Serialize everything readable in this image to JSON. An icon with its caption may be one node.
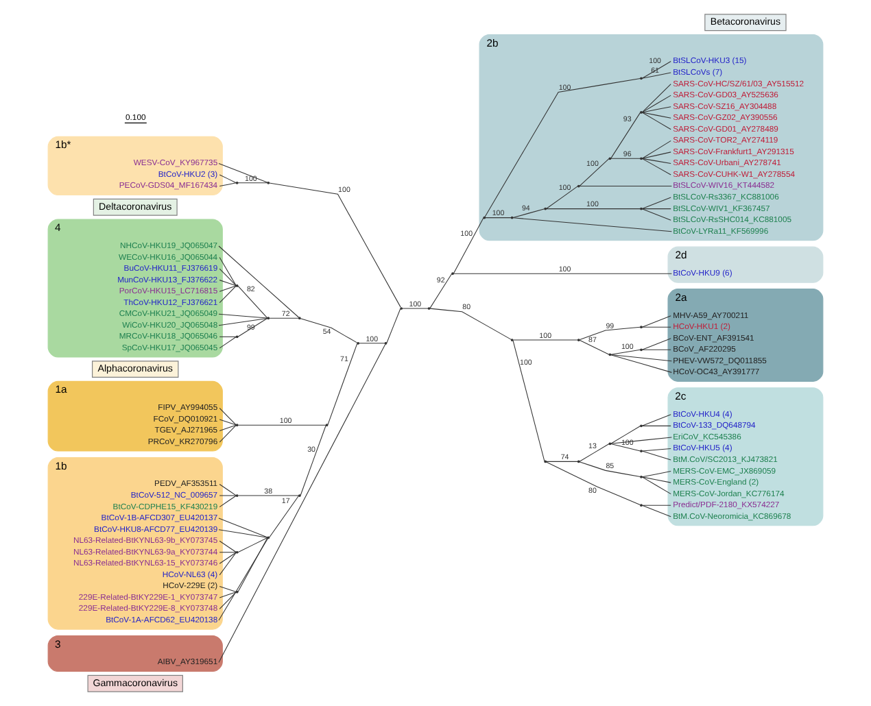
{
  "diagram": {
    "nodes": [
      {
        "text": [
          "Deltacoronavirus"
        ]
      },
      {
        "text": [
          "4"
        ]
      },
      {
        "text": [
          "NHCoV-HKU19_JQ065047"
        ],
        "in": 1
      },
      {
        "text": [
          "ThCoV-HKU12_FJ376621"
        ],
        "in": 1
      },
      {
        "text": [
          "CMCoV-HKU21_JQ065049"
        ],
        "in": 1
      },
      {
        "text": [
          "WECoV-HKU16_JQ065044"
        ],
        "in": 1
      },
      {
        "text": [
          "BuCoV-HKU11_FJ376619"
        ],
        "in": 1
      },
      {
        "text": [
          "MunCoV-HKU13_FJ376622"
        ],
        "in": 1
      },
      {
        "text": [
          "PorCoV-HKU15_LC716815"
        ],
        "in": 1
      },
      {
        "text": [
          "WiCoV-HKU20_JQ065048"
        ],
        "in": 1
      },
      {
        "text": [
          "MRCoV-HKU18_JQ065046"
        ],
        "in": 1
      },
      {
        "text": [
          "SpCoV-HKU17_JQ065045"
        ],
        "in": 1
      },
      {
        "text": [
          "1b*"
        ]
      },
      {
        "text": [
          "BtCoV-HKU2 (3)"
        ],
        "in": 12
      },
      {
        "text": [
          "PECoV-GDS04_MF167434"
        ],
        "in": 12
      },
      {
        "text": [
          "WESV-CoV_KY967735"
        ],
        "in": 12
      },
      {
        "text": [
          "1b"
        ]
      },
      {
        "text": [
          "BtCoV-1A-AFCD62_EU420138"
        ],
        "in": 16
      },
      {
        "text": [
          "BtCoV-1B-AFCD307_EU420137"
        ],
        "in": 16
      },
      {
        "text": [
          "BtCoV-HKU8-AFCD77_EU420139"
        ],
        "in": 16
      },
      {
        "text": [
          "229E-Related-BtKY229E-1_KY073747"
        ],
        "in": 16
      },
      {
        "text": [
          "229E-Related-BtKY229E-8_KY073748"
        ],
        "in": 16
      },
      {
        "text": [
          "HCoV-229E (2)"
        ],
        "in": 16
      },
      {
        "text": [
          "HCoV-NL63 (4)"
        ],
        "in": 16
      },
      {
        "text": [
          "NL63-Related-BtKYNL63-9b_KY073745"
        ],
        "in": 16
      },
      {
        "text": [
          "NL63-Related-BtKYNL63-9a_KY073744"
        ],
        "in": 16
      },
      {
        "text": [
          "NL63-Related-BtKYNL63-15_KY073746"
        ],
        "in": 16
      },
      {
        "text": [
          "PEDV_AF353511"
        ],
        "in": 16
      },
      {
        "text": [
          "BtCoV-512_NC_009657"
        ],
        "in": 16
      },
      {
        "text": [
          "BtCoV-CDPHE15_KF430219"
        ],
        "in": 16
      },
      {
        "text": [
          "2d"
        ]
      },
      {
        "text": [
          "BtCoV-HKU9 (6)"
        ],
        "in": 30
      },
      {
        "text": [
          "Betacoronavirus"
        ]
      },
      {
        "text": [
          "2b"
        ]
      },
      {
        "text": [
          "BtCoV-LYRa11_KF569996"
        ],
        "in": 33
      },
      {
        "text": [
          "BtSLCoV-RsSHC014_KC881005"
        ],
        "in": 33
      },
      {
        "text": [
          "BtSLCoV-WIV1_KF367457"
        ],
        "in": 33
      },
      {
        "text": [
          "BtSLCoV-Rs3367_KC881006"
        ],
        "in": 33
      },
      {
        "text": [
          "BtSLCoV-WIV16_KT444582"
        ],
        "in": 33
      },
      {
        "text": [
          "SARS-CoV-CUHK-W1_AY278554"
        ],
        "in": 33
      },
      {
        "text": [
          "SARS-CoV-Urbani_AY278741"
        ],
        "in": 33
      },
      {
        "text": [
          "SARS-CoV-Frankfurt1_AY291315"
        ],
        "in": 33
      },
      {
        "text": [
          "SARS-CoV-TOR2_AY274119"
        ],
        "in": 33
      },
      {
        "text": [
          "SARS-CoV-GD01_AY278489"
        ],
        "in": 33
      },
      {
        "text": [
          "SARS-CoV-GZ02_AY390556"
        ],
        "in": 33
      },
      {
        "text": [
          "SARS-CoV-SZ16_AY304488"
        ],
        "in": 33
      },
      {
        "text": [
          "SARS-CoV-GD03_AY525636"
        ],
        "in": 33
      },
      {
        "text": [
          "SARS-CoV-HC/SZ/61/03_AY515512"
        ],
        "in": 33
      },
      {
        "text": [
          "BtSLCoVs (7)"
        ],
        "in": 33
      },
      {
        "text": [
          "BtSLCoV-HKU3 (15)"
        ],
        "in": 33
      },
      {
        "text": [
          "1a"
        ]
      },
      {
        "text": [
          "TGEV_AJ271965"
        ],
        "in": 50
      },
      {
        "text": [
          "PRCoV_KR270796"
        ],
        "in": 50
      },
      {
        "text": [
          "FIPV_AY994055"
        ],
        "in": 50
      },
      {
        "text": [
          "FCoV_DQ010921"
        ],
        "in": 50
      },
      {
        "text": [
          "Alphacoronavirus"
        ]
      },
      {
        "text": [
          "3"
        ]
      },
      {
        "text": [
          "AIBV_AY319651"
        ],
        "in": 56
      },
      {
        "text": [
          "Gammacoronavirus"
        ]
      },
      {
        "text": [
          "2c"
        ]
      },
      {
        "text": [
          "BtM.CoV-Neoromicia_KC869678"
        ],
        "in": 59
      },
      {
        "text": [
          "Predict/PDF-2180_KX574227"
        ],
        "in": 59
      },
      {
        "text": [
          "EriCoV_KC545386"
        ],
        "in": 59
      },
      {
        "text": [
          "BtCoV-HKU5 (4)"
        ],
        "in": 59
      },
      {
        "text": [
          "BtM.CoV/SC2013_KJ473821"
        ],
        "in": 59
      },
      {
        "text": [
          "BtCoV-133_DQ648794"
        ],
        "in": 59
      },
      {
        "text": [
          "BtCoV-HKU4 (4)"
        ],
        "in": 59
      },
      {
        "text": [
          "MERS-CoV-England (2)"
        ],
        "in": 59
      },
      {
        "text": [
          "MERS-CoV-Jordan_KC776174"
        ],
        "in": 59
      },
      {
        "text": [
          "MERS-CoV-EMC_JX869059"
        ],
        "in": 59
      },
      {
        "text": [
          "2a"
        ]
      },
      {
        "text": [
          "HCoV-HKU1 (2)"
        ],
        "in": 70
      },
      {
        "text": [
          "MHV-A59_AY700211"
        ],
        "in": 70
      },
      {
        "text": [
          "PHEV-VW572_DQ011855"
        ],
        "in": 70
      },
      {
        "text": [
          "HCoV-OC43_AY391777"
        ],
        "in": 70
      },
      {
        "text": [
          "BCoV-ENT_AF391541"
        ],
        "in": 70
      },
      {
        "text": [
          "BCoV_AF220295"
        ],
        "in": 70
      },
      {
        "text": [],
        "shape": "point"
      },
      {
        "text": [],
        "shape": "point"
      },
      {
        "text": [],
        "shape": "point"
      },
      {
        "text": [],
        "shape": "point"
      },
      {
        "text": [],
        "shape": "point"
      },
      {
        "text": [],
        "shape": "point"
      },
      {
        "text": [],
        "shape": "point"
      },
      {
        "text": [],
        "shape": "point"
      },
      {
        "text": [],
        "shape": "point"
      },
      {
        "text": [],
        "shape": "point"
      },
      {
        "text": [],
        "shape": "point"
      },
      {
        "text": [],
        "shape": "point"
      },
      {
        "text": [],
        "shape": "point"
      },
      {
        "text": [],
        "shape": "point"
      },
      {
        "text": [],
        "shape": "point"
      },
      {
        "text": [],
        "shape": "point"
      },
      {
        "text": [],
        "shape": "point"
      },
      {
        "text": [],
        "shape": "point"
      },
      {
        "text": [],
        "shape": "point",
        "in": 33
      },
      {
        "text": [],
        "shape": "point",
        "in": 33
      },
      {
        "text": [],
        "shape": "point",
        "in": 33
      },
      {
        "text": [],
        "shape": "point",
        "in": 33
      },
      {
        "text": [],
        "shape": "point",
        "in": 33
      },
      {
        "text": [],
        "shape": "point",
        "in": 33
      },
      {
        "text": [],
        "shape": "point",
        "in": 33
      },
      {
        "text": [],
        "shape": "point",
        "in": 33
      },
      {
        "text": [],
        "shape": "point",
        "in": 33
      },
      {
        "text": [],
        "shape": "point"
      },
      {
        "text": [],
        "shape": "point"
      },
      {
        "text": [],
        "shape": "point"
      },
      {
        "text": [],
        "shape": "point"
      },
      {
        "text": [],
        "shape": "point"
      },
      {
        "text": [],
        "shape": "point"
      },
      {
        "text": [],
        "shape": "point"
      },
      {
        "text": [],
        "shape": "point"
      },
      {
        "text": [],
        "shape": "point"
      },
      {
        "text": [],
        "shape": "point"
      },
      {
        "text": [],
        "shape": "point"
      },
      {
        "text": [],
        "shape": "point"
      }
    ],
    "edges": [
      {
        "from": 78,
        "to": 77,
        "arrow": "none",
        "label": "100"
      },
      {
        "from": 92,
        "to": 78,
        "arrow": "none",
        "label": "100"
      },
      {
        "from": 93,
        "to": 92,
        "arrow": "none",
        "label": "100"
      },
      {
        "from": 13,
        "to": 93,
        "arrow": "none"
      },
      {
        "from": 14,
        "to": 93,
        "arrow": "none"
      },
      {
        "from": 15,
        "to": 92,
        "arrow": "none"
      },
      {
        "from": 79,
        "to": 78,
        "arrow": "none"
      },
      {
        "from": 57,
        "to": 79,
        "arrow": "none"
      },
      {
        "from": 80,
        "to": 79,
        "arrow": "none",
        "label": "100"
      },
      {
        "from": 88,
        "to": 80,
        "arrow": "none",
        "label": "54"
      },
      {
        "from": 2,
        "to": 88,
        "arrow": "none"
      },
      {
        "from": 89,
        "to": 88,
        "arrow": "none",
        "label": "72"
      },
      {
        "from": 4,
        "to": 89,
        "arrow": "none"
      },
      {
        "from": 9,
        "to": 89,
        "arrow": "none"
      },
      {
        "from": 90,
        "to": 89,
        "arrow": "none",
        "label": "82"
      },
      {
        "from": 3,
        "to": 90,
        "arrow": "none"
      },
      {
        "from": 5,
        "to": 90,
        "arrow": "none"
      },
      {
        "from": 6,
        "to": 90,
        "arrow": "none"
      },
      {
        "from": 7,
        "to": 90,
        "arrow": "none"
      },
      {
        "from": 8,
        "to": 90,
        "arrow": "none"
      },
      {
        "from": 91,
        "to": 89,
        "arrow": "none",
        "label": "99"
      },
      {
        "from": 10,
        "to": 91,
        "arrow": "none"
      },
      {
        "from": 11,
        "to": 91,
        "arrow": "none"
      },
      {
        "from": 81,
        "to": 80,
        "arrow": "none",
        "label": "71"
      },
      {
        "from": 83,
        "to": 81,
        "arrow": "none",
        "label": "30"
      },
      {
        "from": 84,
        "to": 83,
        "arrow": "none",
        "label": "17"
      },
      {
        "from": 17,
        "to": 84,
        "arrow": "none"
      },
      {
        "from": 18,
        "to": 84,
        "arrow": "none"
      },
      {
        "from": 19,
        "to": 84,
        "arrow": "none"
      },
      {
        "from": 86,
        "to": 84,
        "arrow": "none"
      },
      {
        "from": 20,
        "to": 86,
        "arrow": "none"
      },
      {
        "from": 21,
        "to": 86,
        "arrow": "none"
      },
      {
        "from": 22,
        "to": 86,
        "arrow": "none"
      },
      {
        "from": 87,
        "to": 84,
        "arrow": "none"
      },
      {
        "from": 23,
        "to": 87,
        "arrow": "none"
      },
      {
        "from": 24,
        "to": 87,
        "arrow": "none"
      },
      {
        "from": 25,
        "to": 87,
        "arrow": "none"
      },
      {
        "from": 26,
        "to": 87,
        "arrow": "none"
      },
      {
        "from": 85,
        "to": 83,
        "arrow": "none",
        "label": "38"
      },
      {
        "from": 27,
        "to": 85,
        "arrow": "none"
      },
      {
        "from": 28,
        "to": 85,
        "arrow": "none"
      },
      {
        "from": 29,
        "to": 85,
        "arrow": "none"
      },
      {
        "from": 82,
        "to": 81,
        "arrow": "none",
        "label": "100"
      },
      {
        "from": 51,
        "to": 82,
        "arrow": "none"
      },
      {
        "from": 52,
        "to": 82,
        "arrow": "none"
      },
      {
        "from": 53,
        "to": 82,
        "arrow": "none"
      },
      {
        "from": 54,
        "to": 82,
        "arrow": "none"
      },
      {
        "from": 77,
        "to": 94,
        "arrow": "none",
        "label": "92"
      },
      {
        "from": 94,
        "to": 31,
        "arrow": "none",
        "label": "100"
      },
      {
        "from": 94,
        "to": 95,
        "arrow": "none",
        "label": "100"
      },
      {
        "from": 95,
        "to": 96,
        "arrow": "none",
        "label": "100"
      },
      {
        "from": 96,
        "to": 34,
        "arrow": "none"
      },
      {
        "from": 96,
        "to": 97,
        "arrow": "none",
        "label": "94"
      },
      {
        "from": 97,
        "to": 98,
        "arrow": "none",
        "label": "100"
      },
      {
        "from": 98,
        "to": 35,
        "arrow": "none"
      },
      {
        "from": 98,
        "to": 36,
        "arrow": "none"
      },
      {
        "from": 98,
        "to": 37,
        "arrow": "none"
      },
      {
        "from": 97,
        "to": 99,
        "arrow": "none",
        "label": "100"
      },
      {
        "from": 99,
        "to": 38,
        "arrow": "none"
      },
      {
        "from": 99,
        "to": 100,
        "arrow": "none",
        "label": "100"
      },
      {
        "from": 100,
        "to": 101,
        "arrow": "none",
        "label": "96"
      },
      {
        "from": 101,
        "to": 39,
        "arrow": "none"
      },
      {
        "from": 101,
        "to": 40,
        "arrow": "none"
      },
      {
        "from": 101,
        "to": 41,
        "arrow": "none"
      },
      {
        "from": 101,
        "to": 42,
        "arrow": "none"
      },
      {
        "from": 100,
        "to": 102,
        "arrow": "none",
        "label": "93"
      },
      {
        "from": 102,
        "to": 43,
        "arrow": "none"
      },
      {
        "from": 102,
        "to": 44,
        "arrow": "none"
      },
      {
        "from": 102,
        "to": 45,
        "arrow": "none"
      },
      {
        "from": 102,
        "to": 46,
        "arrow": "none"
      },
      {
        "from": 102,
        "to": 47,
        "arrow": "none"
      },
      {
        "from": 95,
        "to": 103,
        "arrow": "none",
        "label": "100"
      },
      {
        "from": 103,
        "to": 48,
        "arrow": "none",
        "label": "61"
      },
      {
        "from": 103,
        "to": 49,
        "arrow": "none",
        "label": "100"
      },
      {
        "from": 77,
        "to": 104,
        "arrow": "none",
        "label": "80"
      },
      {
        "from": 104,
        "to": 105,
        "arrow": "none",
        "label": "100"
      },
      {
        "from": 105,
        "to": 106,
        "arrow": "none",
        "label": "80"
      },
      {
        "from": 106,
        "to": 60,
        "arrow": "none"
      },
      {
        "from": 106,
        "to": 61,
        "arrow": "none"
      },
      {
        "from": 105,
        "to": 107,
        "arrow": "none",
        "label": "74"
      },
      {
        "from": 107,
        "to": 108,
        "arrow": "none",
        "label": "13"
      },
      {
        "from": 108,
        "to": 62,
        "arrow": "none"
      },
      {
        "from": 108,
        "to": 109,
        "arrow": "none",
        "label": "100"
      },
      {
        "from": 109,
        "to": 63,
        "arrow": "none"
      },
      {
        "from": 109,
        "to": 64,
        "arrow": "none"
      },
      {
        "from": 108,
        "to": 110,
        "arrow": "none"
      },
      {
        "from": 110,
        "to": 65,
        "arrow": "none"
      },
      {
        "from": 110,
        "to": 66,
        "arrow": "none"
      },
      {
        "from": 107,
        "to": 111,
        "arrow": "none",
        "label": "85"
      },
      {
        "from": 111,
        "to": 67,
        "arrow": "none"
      },
      {
        "from": 111,
        "to": 68,
        "arrow": "none"
      },
      {
        "from": 111,
        "to": 69,
        "arrow": "none"
      },
      {
        "from": 104,
        "to": 112,
        "arrow": "none",
        "label": "100"
      },
      {
        "from": 112,
        "to": 113,
        "arrow": "none",
        "label": "99"
      },
      {
        "from": 113,
        "to": 71,
        "arrow": "none"
      },
      {
        "from": 113,
        "to": 72,
        "arrow": "none"
      },
      {
        "from": 112,
        "to": 114,
        "arrow": "none",
        "label": "87"
      },
      {
        "from": 114,
        "to": 73,
        "arrow": "none"
      },
      {
        "from": 114,
        "to": 74,
        "arrow": "none"
      },
      {
        "from": 114,
        "to": 115,
        "arrow": "none",
        "label": "100"
      },
      {
        "from": 115,
        "to": 75,
        "arrow": "none"
      },
      {
        "from": 115,
        "to": 76,
        "arrow": "none"
      }
    ],
    "labels": [
      "0.100"
    ]
  }
}
